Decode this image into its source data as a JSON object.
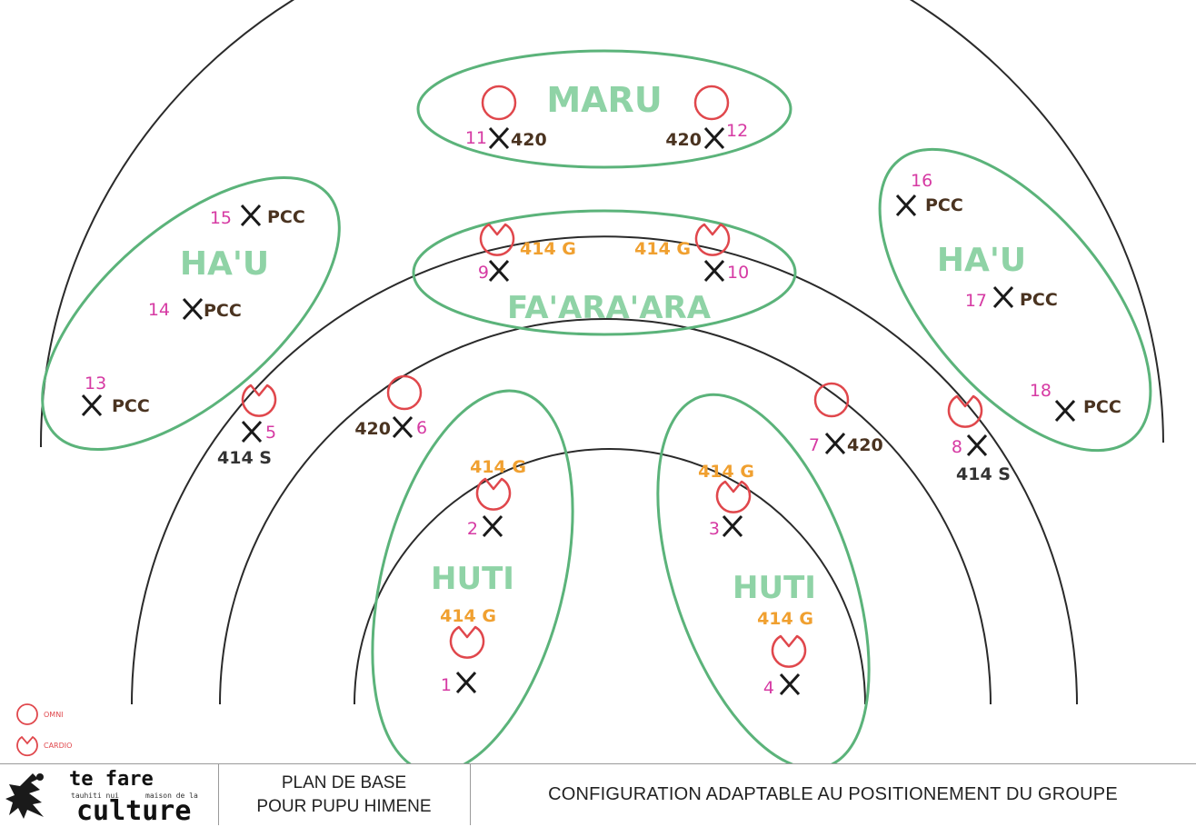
{
  "diagram": {
    "zones": [
      {
        "id": "maru",
        "label": "MARU"
      },
      {
        "id": "faaraara",
        "label": "FA'ARA'ARA"
      },
      {
        "id": "hau-left",
        "label": "HA'U"
      },
      {
        "id": "hau-right",
        "label": "HA'U"
      },
      {
        "id": "huti-left",
        "label": "HUTI"
      },
      {
        "id": "huti-right",
        "label": "HUTI"
      }
    ],
    "positions": [
      {
        "number": "1",
        "mic": "",
        "speaker": "cardio",
        "speaker_label": "414 G"
      },
      {
        "number": "2",
        "mic": "",
        "speaker": "cardio",
        "speaker_label": "414 G"
      },
      {
        "number": "3",
        "mic": "",
        "speaker": "cardio",
        "speaker_label": "414 G"
      },
      {
        "number": "4",
        "mic": "",
        "speaker": "cardio",
        "speaker_label": "414 G"
      },
      {
        "number": "5",
        "mic": "414 S",
        "speaker": "cardio",
        "speaker_label": ""
      },
      {
        "number": "6",
        "mic": "420",
        "speaker": "omni",
        "speaker_label": ""
      },
      {
        "number": "7",
        "mic": "420",
        "speaker": "omni",
        "speaker_label": ""
      },
      {
        "number": "8",
        "mic": "414 S",
        "speaker": "cardio",
        "speaker_label": ""
      },
      {
        "number": "9",
        "mic": "",
        "speaker": "cardio",
        "speaker_label": "414 G"
      },
      {
        "number": "10",
        "mic": "",
        "speaker": "cardio",
        "speaker_label": "414 G"
      },
      {
        "number": "11",
        "mic": "420",
        "speaker": "omni",
        "speaker_label": ""
      },
      {
        "number": "12",
        "mic": "420",
        "speaker": "omni",
        "speaker_label": ""
      },
      {
        "number": "13",
        "mic": "PCC",
        "speaker": "",
        "speaker_label": ""
      },
      {
        "number": "14",
        "mic": "PCC",
        "speaker": "",
        "speaker_label": ""
      },
      {
        "number": "15",
        "mic": "PCC",
        "speaker": "",
        "speaker_label": ""
      },
      {
        "number": "16",
        "mic": "PCC",
        "speaker": "",
        "speaker_label": ""
      },
      {
        "number": "17",
        "mic": "PCC",
        "speaker": "",
        "speaker_label": ""
      },
      {
        "number": "18",
        "mic": "PCC",
        "speaker": "",
        "speaker_label": ""
      }
    ],
    "legend": [
      {
        "symbol": "omni",
        "label": "OMNI"
      },
      {
        "symbol": "cardio",
        "label": "CARDIO"
      }
    ],
    "colors": {
      "zone": "#5bb37a",
      "zone_label": "#8fd3a6",
      "arc": "#2a2a2a",
      "number": "#d63aa3",
      "speaker": "#e0474c",
      "mic_x": "#1a1a1a",
      "mic_label": "#4a3320",
      "cardio_label": "#f0a030",
      "s_label": "#333333"
    }
  },
  "footer": {
    "logo": {
      "line1": "te fare",
      "small1": "tauhiti nui",
      "small2": "maison de la",
      "line2": "culture"
    },
    "plan_line1": "PLAN DE BASE",
    "plan_line2": "POUR PUPU HIMENE",
    "config": "CONFIGURATION ADAPTABLE AU POSITIONEMENT DU GROUPE"
  }
}
